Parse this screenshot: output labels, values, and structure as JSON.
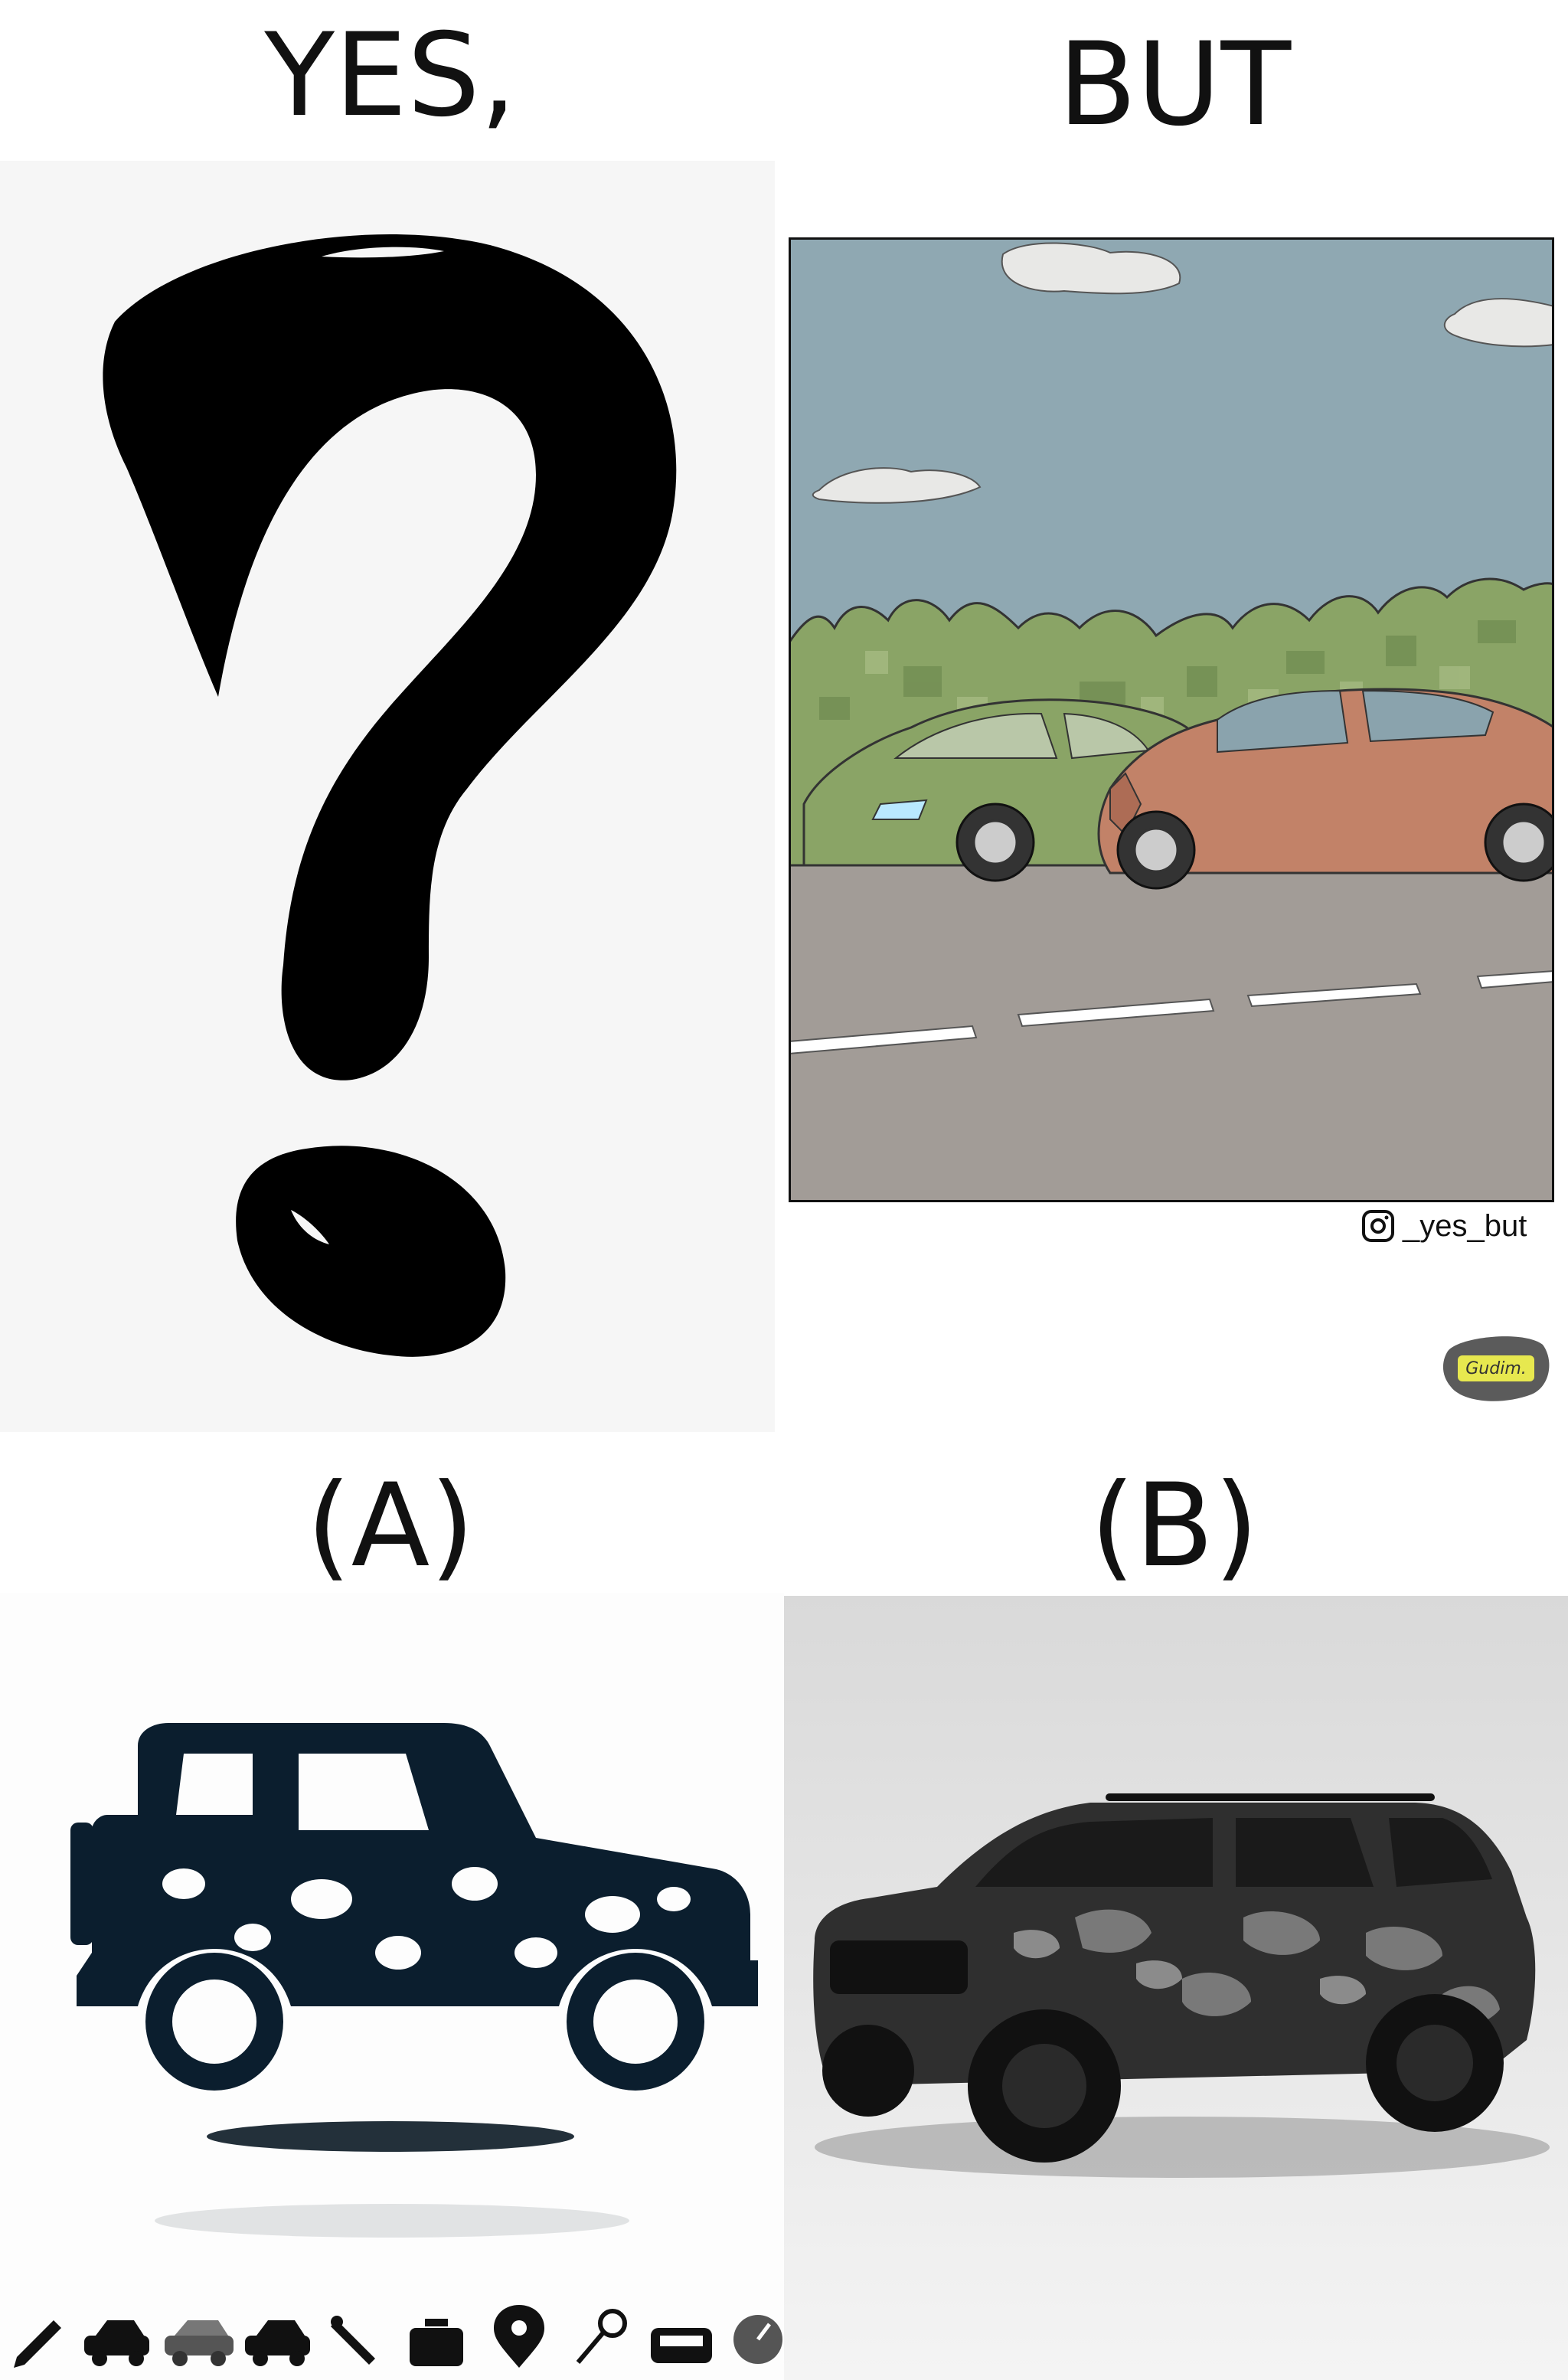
{
  "headings": {
    "top_left": "YES,",
    "top_right": "BUT",
    "option_a": "(A)",
    "option_b": "(B)"
  },
  "comic": {
    "credit_text": "_yes_but",
    "credit_icon": "instagram-icon",
    "signature": "Gudim."
  },
  "panels": {
    "top_left": "question-mark",
    "top_right": "comic-camouflage-car-crash",
    "option_a": "camouflage-jeep-icon",
    "option_b": "camouflage-suv-photo"
  },
  "icon_strip": [
    "pen-icon",
    "car-icon",
    "camo-car-icon",
    "car-icon",
    "pen-icon",
    "taxi-icon",
    "location-pin-icon",
    "key-icon",
    "car-front-icon",
    "speedometer-icon"
  ],
  "colors": {
    "sky": "#8fa8b2",
    "road": "#a29c97",
    "foliage_green": "#8aa466",
    "crashed_car_brown": "#c28268",
    "ink": "#000000"
  }
}
